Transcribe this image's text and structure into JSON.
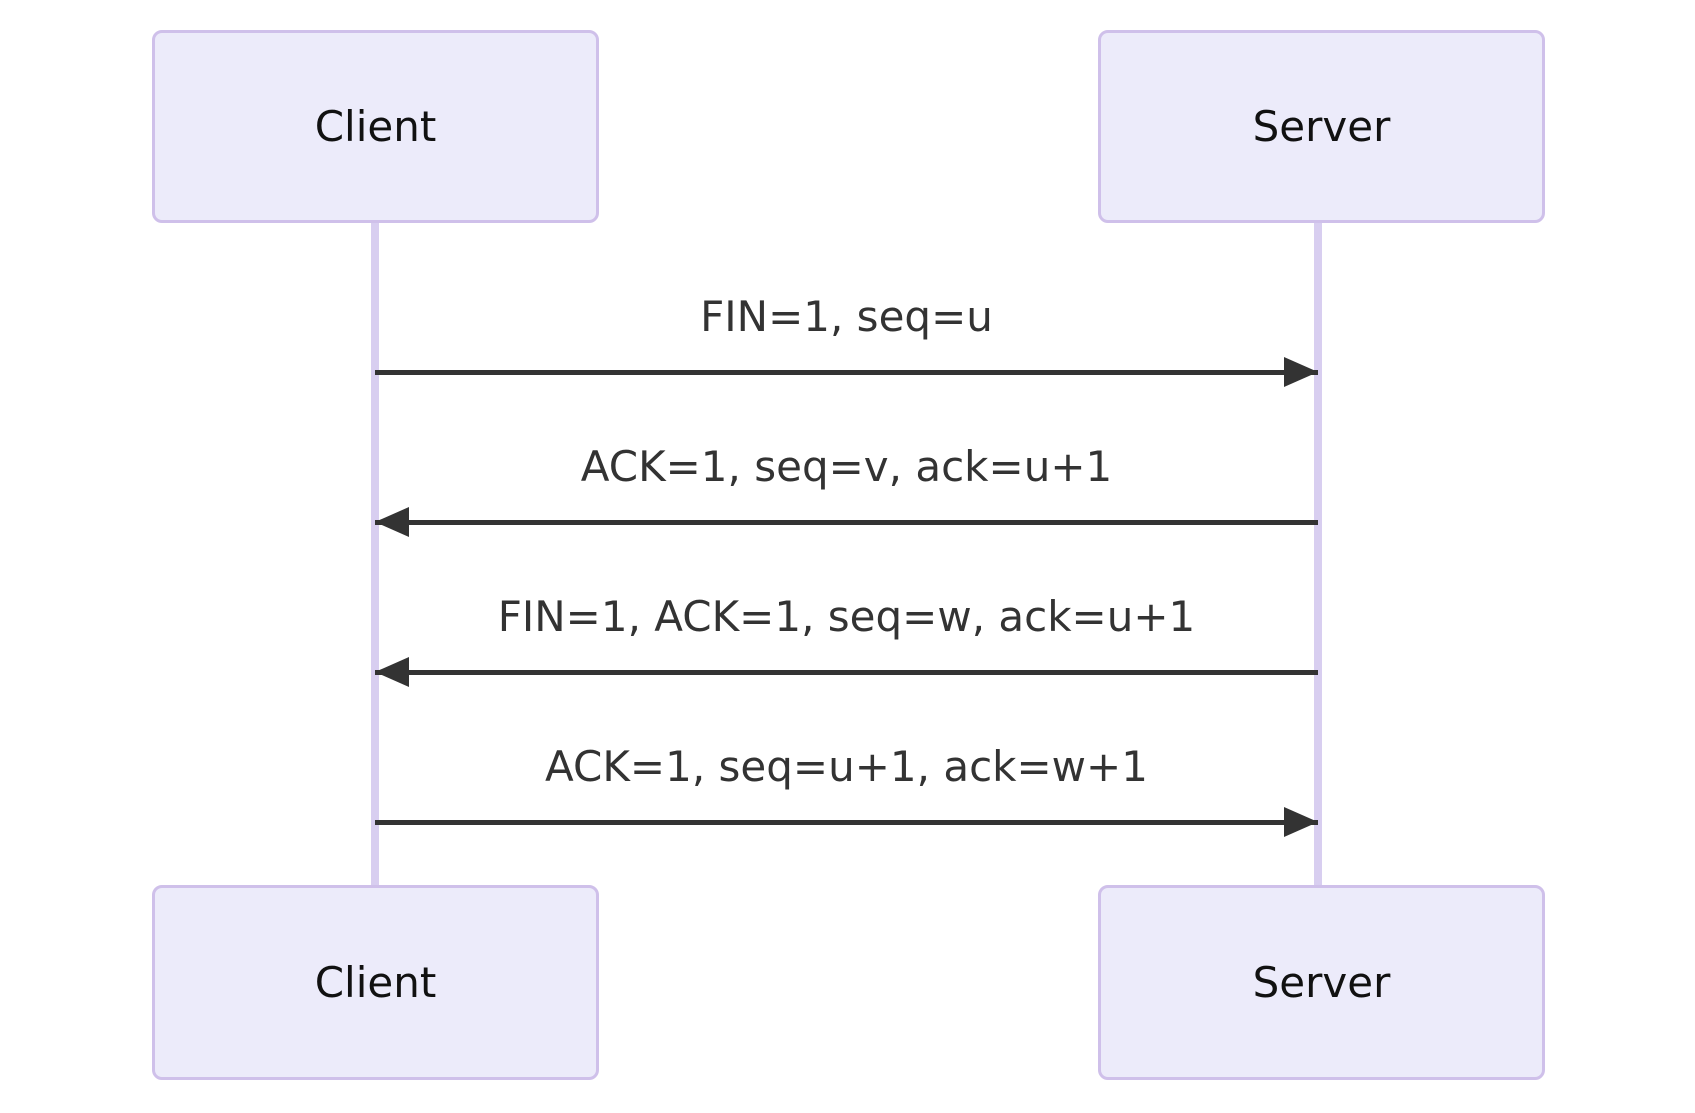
{
  "diagram": {
    "type": "sequence",
    "actors": [
      {
        "id": "client",
        "label": "Client"
      },
      {
        "id": "server",
        "label": "Server"
      }
    ],
    "messages": [
      {
        "from": "client",
        "to": "server",
        "direction": "right",
        "label": "FIN=1, seq=u"
      },
      {
        "from": "server",
        "to": "client",
        "direction": "left",
        "label": "ACK=1, seq=v, ack=u+1"
      },
      {
        "from": "server",
        "to": "client",
        "direction": "left",
        "label": "FIN=1, ACK=1, seq=w, ack=u+1"
      },
      {
        "from": "client",
        "to": "server",
        "direction": "right",
        "label": "ACK=1, seq=u+1, ack=w+1"
      }
    ],
    "colors": {
      "background": "#FFFFFF",
      "actor_fill": "#ECEBFA",
      "actor_border": "#CFC0EA",
      "lifeline": "#D8CEF0",
      "arrow": "#333333",
      "message_text": "#333333",
      "actor_text": "#111111"
    }
  }
}
